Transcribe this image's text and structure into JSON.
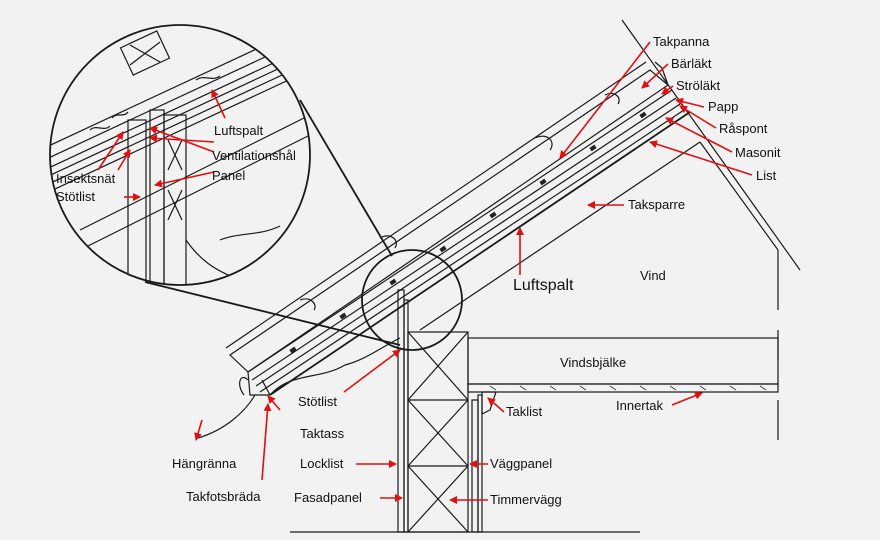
{
  "colors": {
    "background": "#f2f2f2",
    "line": "#1a1a1a",
    "arrow": "#e01010"
  },
  "labels": {
    "takpanna": "Takpanna",
    "barlakt": "Bärläkt",
    "strolakt": "Ströläkt",
    "papp": "Papp",
    "raspont": "Råspont",
    "masonit": "Masonit",
    "list": "List",
    "taksparre": "Taksparre",
    "vind": "Vind",
    "luftspalt_main": "Luftspalt",
    "vindsbjalke": "Vindsbjälke",
    "innertak": "Innertak",
    "taklist": "Taklist",
    "vaggpanel": "Väggpanel",
    "timmervagg": "Timmervägg",
    "stotlist_main": "Stötlist",
    "taktass": "Taktass",
    "locklist": "Locklist",
    "fasadpanel": "Fasadpanel",
    "hangranna": "Hängränna",
    "takfotsbrada": "Takfotsbräda",
    "luftspalt_detail": "Luftspalt",
    "ventilationshal": "Ventilationshål",
    "panel": "Panel",
    "insektsnat": "Insektsnät",
    "stotlist_detail": "Stötlist"
  }
}
